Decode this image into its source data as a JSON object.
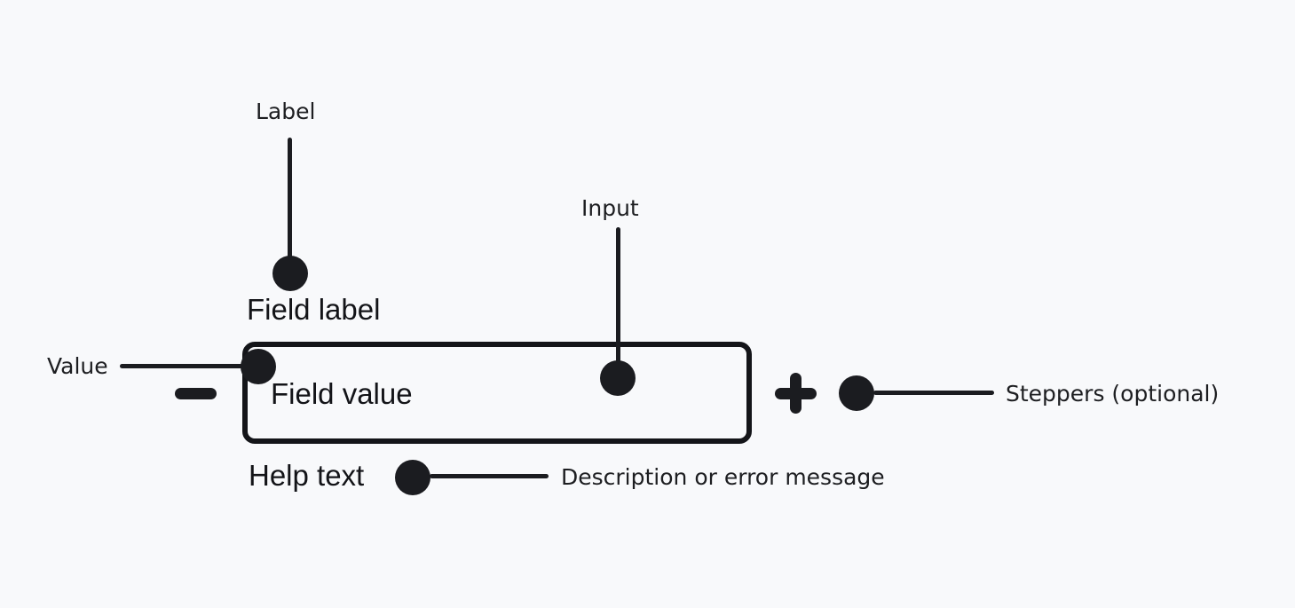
{
  "diagram": {
    "component": {
      "field_label": "Field label",
      "field_value": "Field value",
      "help_text": "Help text"
    },
    "callouts": {
      "label": "Label",
      "input": "Input",
      "value": "Value",
      "steppers": "Steppers (optional)",
      "description": "Description or error message"
    },
    "icons": {
      "decrement": "minus-icon",
      "increment": "plus-icon"
    },
    "colors": {
      "background": "#f8f9fb",
      "ink": "#1b1c20"
    }
  }
}
